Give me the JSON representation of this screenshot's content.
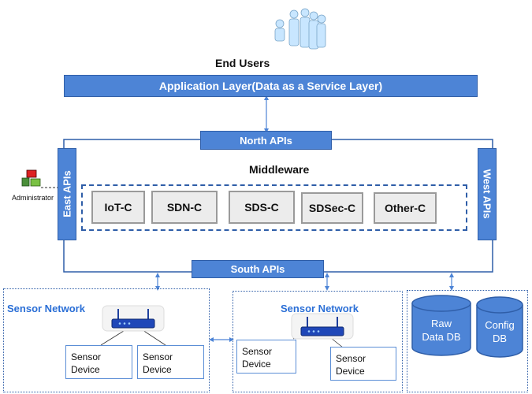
{
  "end_users": {
    "label": "End Users"
  },
  "app_layer": {
    "label": "Application Layer(Data as a Service Layer)"
  },
  "north_apis": {
    "label": "North APIs"
  },
  "south_apis": {
    "label": "South APIs"
  },
  "east_apis": {
    "label": "East APIs"
  },
  "west_apis": {
    "label": "West APIs"
  },
  "middleware": {
    "label": "Middleware",
    "components": [
      "IoT-C",
      "SDN-C",
      "SDS-C",
      "SDSec-C",
      "Other-C"
    ]
  },
  "administrator": {
    "label": "Administrator"
  },
  "sensor_network_1": {
    "title": "Sensor Network",
    "devices": [
      "Sensor\nDevice",
      "Sensor\nDevice"
    ]
  },
  "sensor_network_2": {
    "title": "Sensor Network",
    "devices": [
      "Sensor\nDevice",
      "Sensor\nDevice"
    ]
  },
  "databases": {
    "raw": "Raw\nData DB",
    "config": "Config\nDB"
  },
  "colors": {
    "accent": "#4d84d6",
    "border": "#2f5ea8",
    "title_blue": "#2b6fd6"
  }
}
